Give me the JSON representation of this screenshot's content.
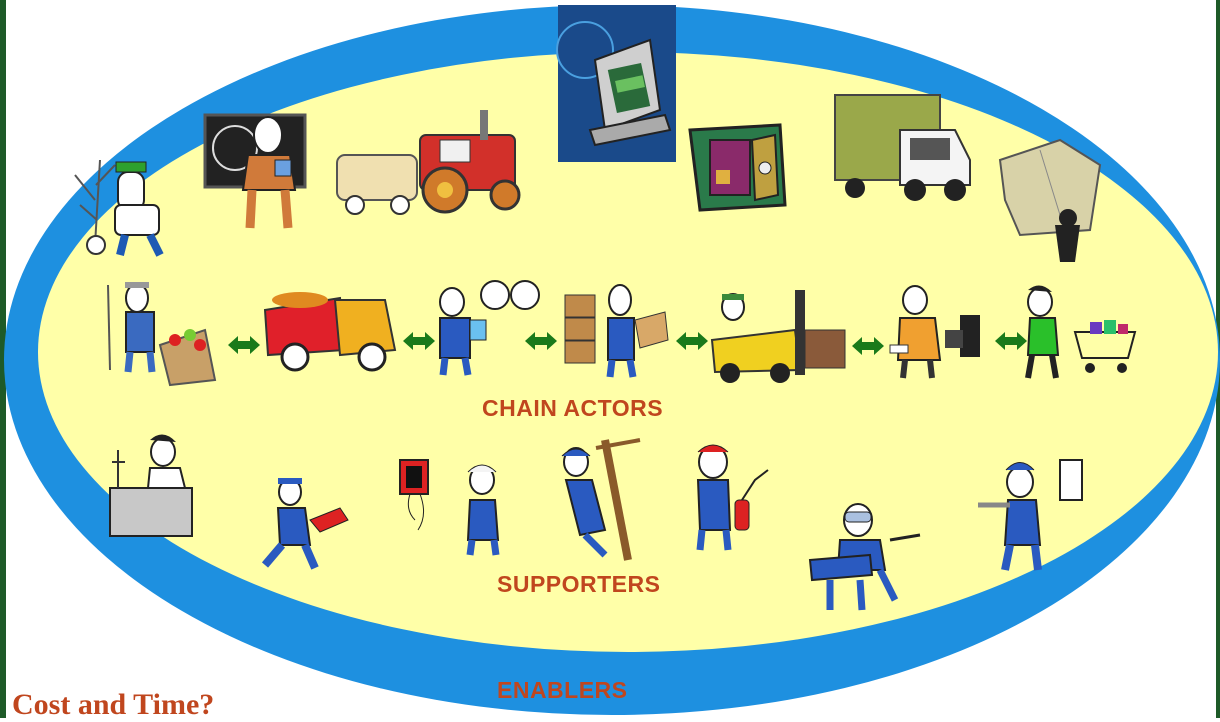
{
  "labels": {
    "chain_actors": "CHAIN ACTORS",
    "supporters": "SUPPORTERS",
    "enablers": "ENABLERS"
  },
  "footer_title": "Cost and Time?",
  "colors": {
    "outer_ellipse": "#1e90e0",
    "inner_ellipse": "#ffffa8",
    "label_text": "#c0461e",
    "arrow": "#1a7a1a",
    "border": "#1e5a28"
  },
  "enablers": [
    {
      "icon": "tree-planter-icon"
    },
    {
      "icon": "teacher-blackboard-icon"
    },
    {
      "icon": "tractor-trailer-icon"
    },
    {
      "icon": "computer-money-icon"
    },
    {
      "icon": "safe-icon"
    },
    {
      "icon": "truck-icon"
    },
    {
      "icon": "box-carrier-icon"
    }
  ],
  "chain_actors": [
    {
      "icon": "farmer-apples-icon"
    },
    {
      "icon": "dump-truck-icon"
    },
    {
      "icon": "inspector-gauges-icon"
    },
    {
      "icon": "packer-boxes-icon"
    },
    {
      "icon": "forklift-icon"
    },
    {
      "icon": "cashier-register-icon"
    },
    {
      "icon": "shopper-cart-icon"
    }
  ],
  "supporters": [
    {
      "icon": "lab-technician-icon"
    },
    {
      "icon": "fuel-attendant-icon"
    },
    {
      "icon": "electrician-panel-icon"
    },
    {
      "icon": "lineman-pole-icon"
    },
    {
      "icon": "fire-extinguisher-icon"
    },
    {
      "icon": "welder-icon"
    },
    {
      "icon": "plasterer-icon"
    }
  ]
}
